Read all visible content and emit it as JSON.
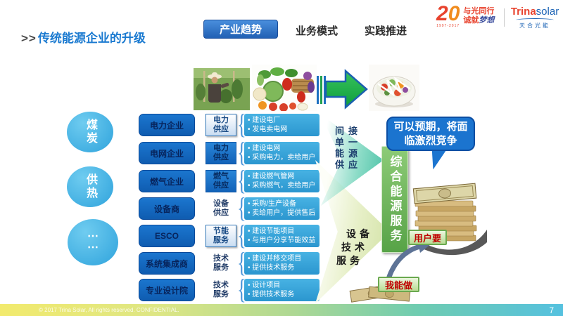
{
  "slide": {
    "title_prefix": ">>",
    "title": "传统能源企业的升级",
    "tabs": [
      {
        "label": "产业趋势",
        "active": true
      },
      {
        "label": "业务模式",
        "active": false
      },
      {
        "label": "实践推进",
        "active": false
      }
    ],
    "logo": {
      "anniversary_number_2": "2",
      "anniversary_number_0": "0",
      "anniversary_years": "1997-2017",
      "slogan_line1": "与光同行",
      "slogan_line2_a": "诚就",
      "slogan_line2_b": "梦想",
      "brand_part1": "Trina",
      "brand_part2": "solar",
      "brand_cn": "天合光能"
    }
  },
  "left_sources": [
    {
      "label": "煤炭"
    },
    {
      "label": "供热"
    },
    {
      "dots_line1": "⋯",
      "dots_line2": "⋯"
    }
  ],
  "rows": [
    {
      "company": "电力企业",
      "role1": "电力",
      "role2": "供应",
      "brace": "{",
      "bullets": [
        "建设电厂",
        "发电卖电网"
      ]
    },
    {
      "company": "电网企业",
      "role1": "电力",
      "role2": "供应",
      "brace": "{",
      "bullets": [
        "建设电网",
        "采购电力，卖给用户"
      ]
    },
    {
      "company": "燃气企业",
      "role1": "燃气",
      "role2": "供应",
      "brace": "{",
      "bullets": [
        "建设燃气管网",
        "采购燃气，卖给用户"
      ]
    },
    {
      "company": "设备商",
      "role1": "设备",
      "role2": "供应",
      "brace": "{",
      "bullets": [
        "采购/生产设备",
        "卖给用户，提供售后"
      ]
    },
    {
      "company": "ESCO",
      "role1": "节能",
      "role2": "服务",
      "brace": "{",
      "bullets": [
        "建设节能项目",
        "与用户分享节能效益"
      ]
    },
    {
      "company": "系统集成商",
      "role1": "技术",
      "role2": "服务",
      "brace": "{",
      "bullets": [
        "建设并移交项目",
        "提供技术服务"
      ]
    },
    {
      "company": "专业设计院",
      "role1": "技术",
      "role2": "服务",
      "brace": "{",
      "bullets": [
        "设计项目",
        "提供技术服务"
      ]
    }
  ],
  "flow": {
    "indirect_supply_lines": [
      "间接",
      "单一",
      "能源",
      "供应"
    ],
    "device_service_lines": [
      "设备",
      "技术",
      "服务"
    ],
    "integrated_service": "综合能源服务",
    "callout": "可以预期，将面临激烈竞争",
    "user_demand_label": "用户要",
    "capability_label": "我能做"
  },
  "footer": {
    "copyright": "© 2017 Trina Solar, All rights reserved. CONFIDENTIAL.",
    "page_number": "7"
  },
  "colors": {
    "title_blue": "#1b7ad0",
    "tab_blue": "#2160b4",
    "company_box_blue": "#1467be",
    "bullet_box_blue": "#35a3da",
    "teal_arrow": "#46c0a4",
    "integrated_green": "#6db95e",
    "label_red": "#c00000",
    "brand_red": "#e8432e",
    "brand_blue": "#1b63b5"
  }
}
